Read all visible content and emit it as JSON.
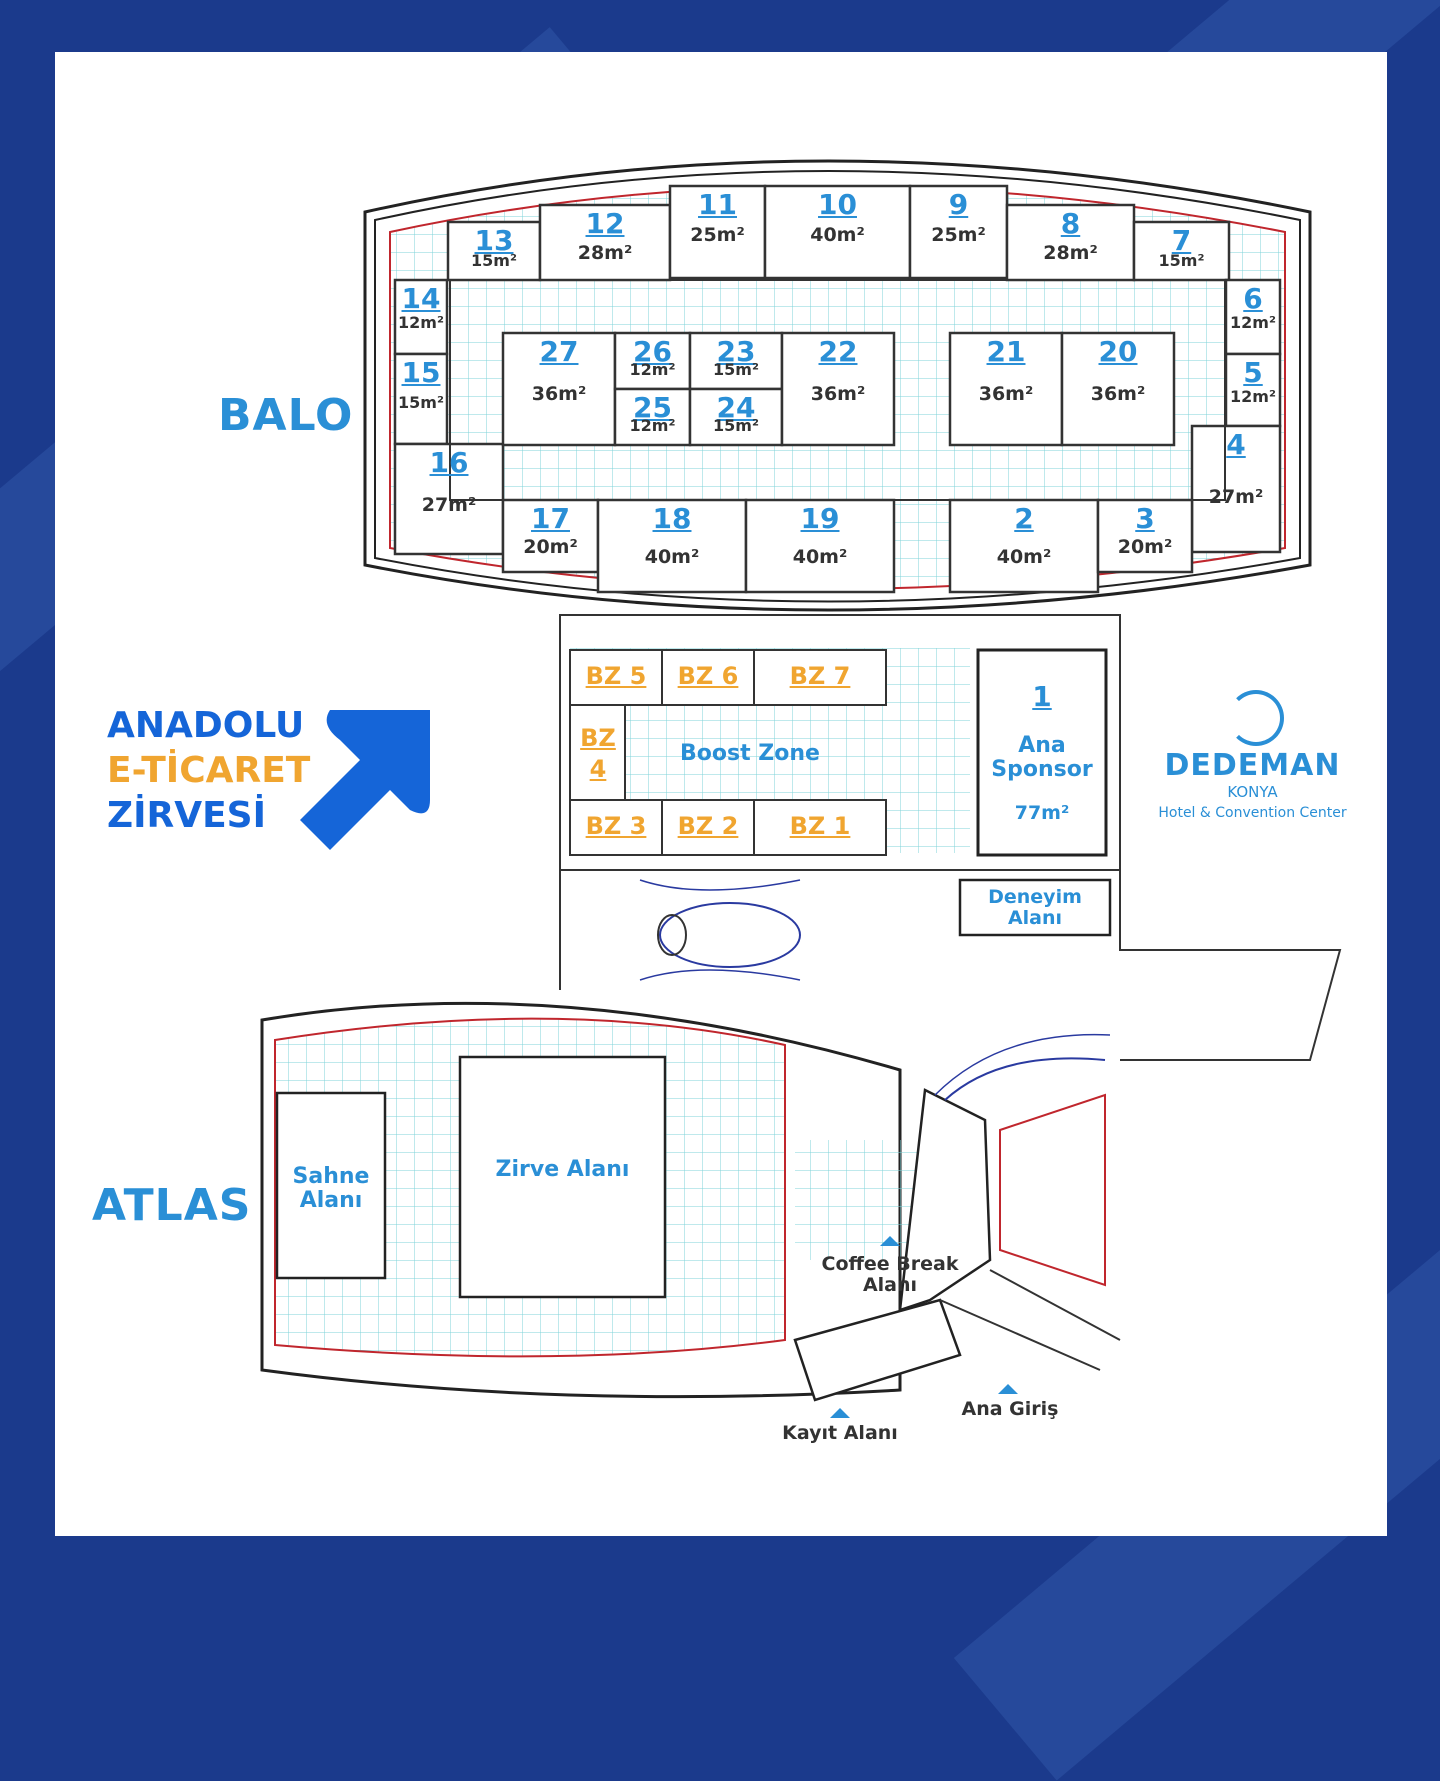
{
  "halls": {
    "balo": "BALO",
    "atlas": "ATLAS"
  },
  "event": {
    "line1": "ANADOLU",
    "line2": "E-TİCARET",
    "line3": "ZİRVESİ"
  },
  "venue": {
    "name": "DEDEMAN",
    "city": "KONYA",
    "subtitle": "Hotel & Convention Center",
    "icon": "dedeman-logo-icon"
  },
  "booths": [
    {
      "id": "13",
      "area": "15m²"
    },
    {
      "id": "12",
      "area": "28m²"
    },
    {
      "id": "11",
      "area": "25m²"
    },
    {
      "id": "10",
      "area": "40m²"
    },
    {
      "id": "9",
      "area": "25m²"
    },
    {
      "id": "8",
      "area": "28m²"
    },
    {
      "id": "7",
      "area": "15m²"
    },
    {
      "id": "14",
      "area": "12m²"
    },
    {
      "id": "6",
      "area": "12m²"
    },
    {
      "id": "15",
      "area": "15m²"
    },
    {
      "id": "5",
      "area": "12m²"
    },
    {
      "id": "27",
      "area": "36m²"
    },
    {
      "id": "26",
      "area": "12m²"
    },
    {
      "id": "23",
      "area": "15m²"
    },
    {
      "id": "25",
      "area": "12m²"
    },
    {
      "id": "24",
      "area": "15m²"
    },
    {
      "id": "22",
      "area": "36m²"
    },
    {
      "id": "21",
      "area": "36m²"
    },
    {
      "id": "20",
      "area": "36m²"
    },
    {
      "id": "4",
      "area": "27m²"
    },
    {
      "id": "16",
      "area": "27m²"
    },
    {
      "id": "17",
      "area": "20m²"
    },
    {
      "id": "18",
      "area": "40m²"
    },
    {
      "id": "19",
      "area": "40m²"
    },
    {
      "id": "2",
      "area": "40m²"
    },
    {
      "id": "3",
      "area": "20m²"
    }
  ],
  "boost_zone": {
    "title": "Boost Zone",
    "labels": [
      "BZ 5",
      "BZ 6",
      "BZ 7",
      "BZ",
      "4",
      "BZ 3",
      "BZ 2",
      "BZ 1"
    ]
  },
  "sponsor": {
    "id": "1",
    "line1": "Ana",
    "line2": "Sponsor",
    "area": "77m²"
  },
  "areas": {
    "deneyim_1": "Deneyim",
    "deneyim_2": "Alanı",
    "sahne_1": "Sahne",
    "sahne_2": "Alanı",
    "zirve": "Zirve Alanı",
    "coffee_1": "Coffee Break",
    "coffee_2": "Alanı",
    "kayit": "Kayıt Alanı",
    "giris": "Ana Giriş"
  },
  "colors": {
    "background": "#1b3a8c",
    "accent_blue": "#2a8fd6",
    "accent_orange": "#f0a530",
    "grid": "#7fd3d8",
    "wall_red": "#c0262d",
    "arrow_blue": "#1565d8"
  }
}
